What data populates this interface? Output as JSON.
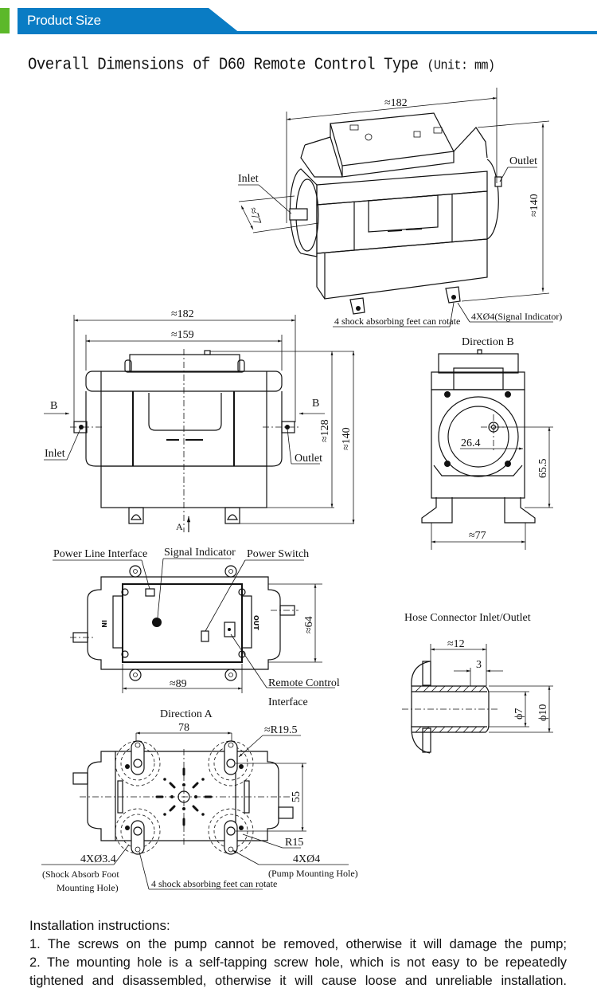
{
  "header": {
    "section_title": "Product Size",
    "accent_color": "#0a7cc4",
    "marker_color": "#5cb82a"
  },
  "title": {
    "main": "Overall Dimensions of D60 Remote Control Type",
    "unit": "(Unit: mm)"
  },
  "views": {
    "isometric": {
      "width_dim": "≈182",
      "height_dim": "≈140",
      "depth_dim": "≈77",
      "inlet_label": "Inlet",
      "outlet_label": "Outlet",
      "feet_label": "4 shock absorbing feet can rotate",
      "signal_label": "4XØ4(Signal Indicator)"
    },
    "front": {
      "overall_width_dim": "≈182",
      "body_width_dim": "≈159",
      "body_height_dim": "≈128",
      "overall_height_dim": "≈140",
      "direction_b_left": "B",
      "direction_b_right": "B",
      "direction_a": "A",
      "inlet_label": "Inlet",
      "outlet_label": "Outlet"
    },
    "direction_b": {
      "title": "Direction B",
      "offset_dim": "26.4",
      "height_dim": "65.5",
      "width_dim": "≈77"
    },
    "top": {
      "power_line_label": "Power Line Interface",
      "signal_indicator_label": "Signal Indicator",
      "power_switch_label": "Power Switch",
      "remote_control_label_1": "Remote Control",
      "remote_control_label_2": "Interface",
      "width_dim": "≈89",
      "height_dim": "≈64",
      "in_mark": "IN",
      "out_mark": "OUT"
    },
    "hose": {
      "title": "Hose Connector Inlet/Outlet",
      "length_dim": "≈12",
      "barb_dim": "3",
      "inner_dia": "ϕ7",
      "outer_dia": "ϕ10"
    },
    "direction_a": {
      "title": "Direction A",
      "spacing_dim": "78",
      "radius_large": "≈R19.5",
      "height_dim": "55",
      "radius_small": "R15",
      "foot_hole_dim": "4XØ3.4",
      "foot_hole_label_1": "(Shock Absorb Foot",
      "foot_hole_label_2": "Mounting Hole)",
      "feet_label": "4 shock absorbing feet can rotate",
      "pump_hole_dim": "4XØ4",
      "pump_hole_label": "(Pump Mounting Hole)"
    }
  },
  "instructions": {
    "title": "Installation instructions:",
    "items": [
      "1. The screws on the pump cannot be removed, otherwise it will damage the pump;",
      "2. The mounting hole is a self-tapping screw hole, which is not easy to be repeatedly tightened and disassembled, otherwise it will cause loose and unreliable installation."
    ]
  }
}
